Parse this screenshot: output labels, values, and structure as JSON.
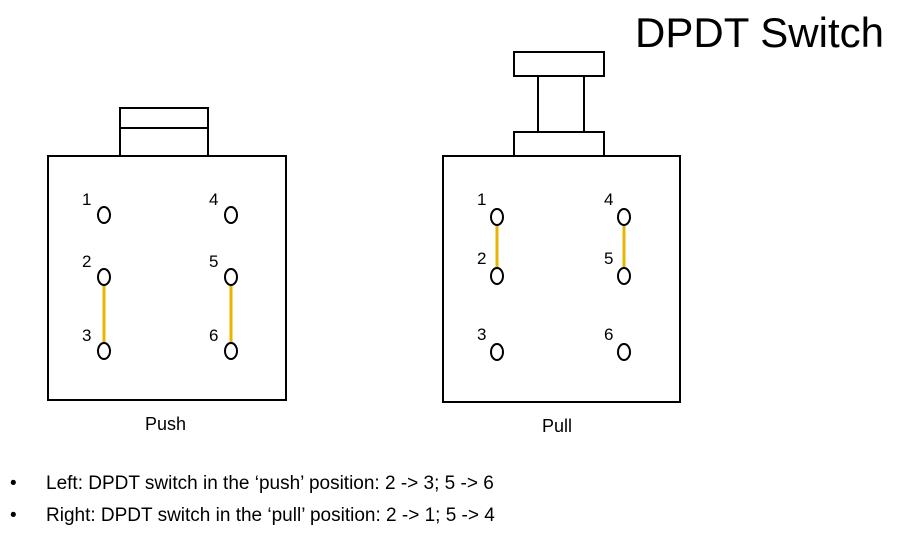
{
  "title": "DPDT Switch",
  "switches": [
    {
      "caption": "Push",
      "terminals": [
        "1",
        "2",
        "3",
        "4",
        "5",
        "6"
      ],
      "connections": [
        [
          "2",
          "3"
        ],
        [
          "5",
          "6"
        ]
      ]
    },
    {
      "caption": "Pull",
      "terminals": [
        "1",
        "2",
        "3",
        "4",
        "5",
        "6"
      ],
      "connections": [
        [
          "1",
          "2"
        ],
        [
          "4",
          "5"
        ]
      ]
    }
  ],
  "bullets": [
    "Left: DPDT switch in the ‘push’ position: 2 -> 3; 5 -> 6",
    "Right: DPDT switch in the ‘pull’ position: 2 -> 1; 5 -> 4"
  ],
  "colors": {
    "connection": "#e8b400",
    "outline": "#000000"
  }
}
